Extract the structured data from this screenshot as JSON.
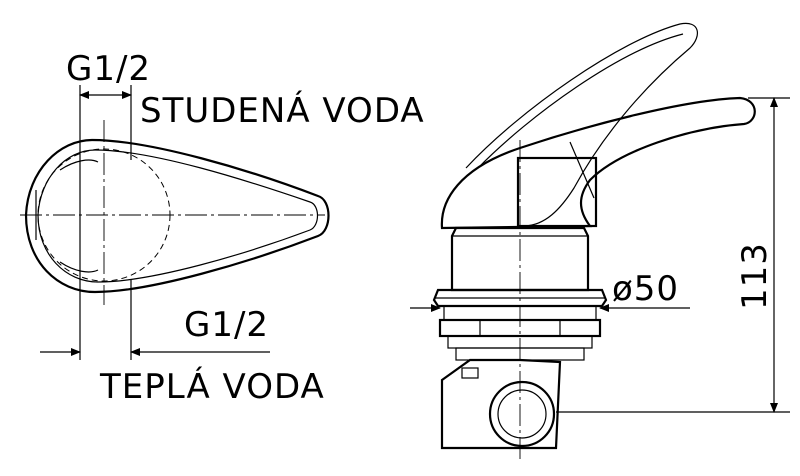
{
  "labels": {
    "top_thread": "G1/2",
    "cold_water": "STUDENÁ VODA",
    "bottom_thread": "G1/2",
    "hot_water": "TEPLÁ VODA",
    "diameter": "ø50",
    "height": "113"
  }
}
